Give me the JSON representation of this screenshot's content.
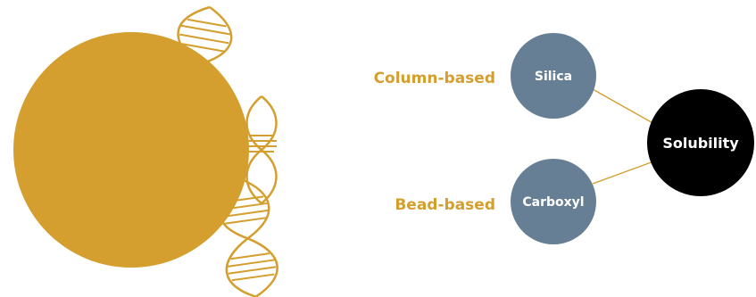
{
  "colors": {
    "gold": "#d49f2e",
    "slate": "#677f94",
    "black": "#000000",
    "white": "#ffffff",
    "connector": "#d49f2e"
  },
  "diagram": {
    "particle": {
      "icon": "dna-double-helix-icon"
    },
    "labels": {
      "column_based": "Column-based",
      "bead_based": "Bead-based"
    },
    "nodes": {
      "silica": "Silica",
      "carboxyl": "Carboxyl",
      "solubility": "Solubility"
    }
  }
}
